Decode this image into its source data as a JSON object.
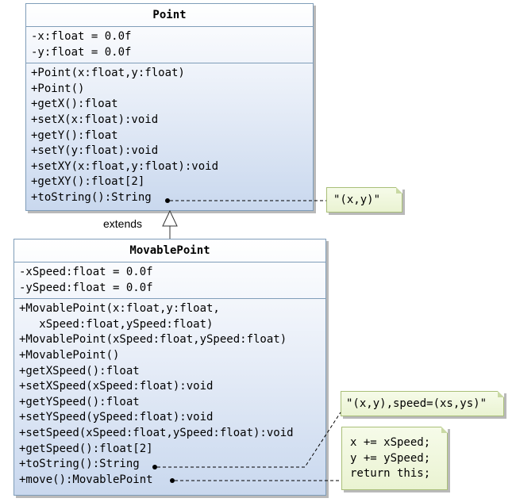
{
  "point": {
    "name": "Point",
    "attributes": [
      "-x:float = 0.0f",
      "-y:float = 0.0f"
    ],
    "methods": [
      "+Point(x:float,y:float)",
      "+Point()",
      "+getX():float",
      "+setX(x:float):void",
      "+getY():float",
      "+setY(y:float):void",
      "+setXY(x:float,y:float):void",
      "+getXY():float[2]",
      "+toString():String"
    ]
  },
  "movable": {
    "name": "MovablePoint",
    "attributes": [
      "-xSpeed:float = 0.0f",
      "-ySpeed:float = 0.0f"
    ],
    "methods": [
      "+MovablePoint(x:float,y:float,",
      "   xSpeed:float,ySpeed:float)",
      "+MovablePoint(xSpeed:float,ySpeed:float)",
      "+MovablePoint()",
      "+getXSpeed():float",
      "+setXSpeed(xSpeed:float):void",
      "+getYSpeed():float",
      "+setYSpeed(ySpeed:float):void",
      "+setSpeed(xSpeed:float,ySpeed:float):void",
      "+getSpeed():float[2]",
      "+toString():String",
      "+move():MovablePoint"
    ]
  },
  "relation": {
    "label": "extends"
  },
  "notes": {
    "point_tostring": "\"(x,y)\"",
    "movable_tostring": "\"(x,y),speed=(xs,ys)\"",
    "move_body": [
      "x += xSpeed;",
      "y += ySpeed;",
      "return this;"
    ]
  }
}
